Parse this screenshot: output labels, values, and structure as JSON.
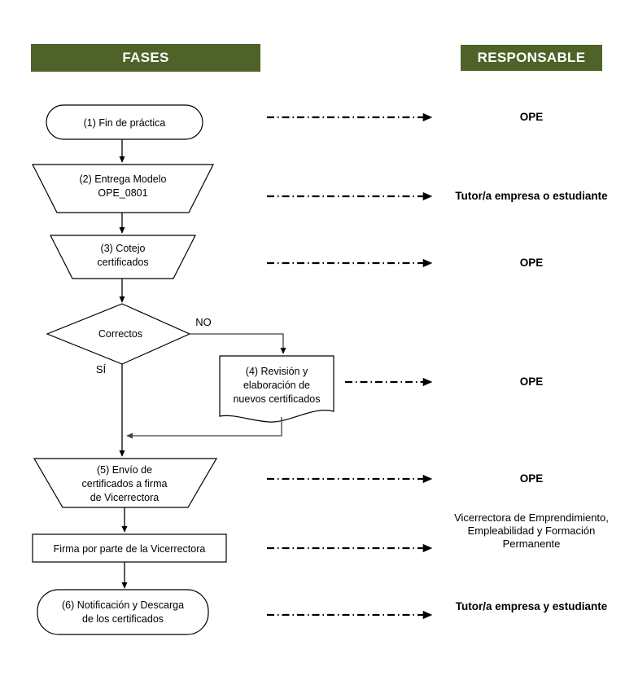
{
  "headers": {
    "fases": "FASES",
    "responsable": "RESPONSABLE"
  },
  "colors": {
    "header_green": "#4F6228",
    "shape_stroke": "#000000",
    "shape_fill": "#FFFFFF",
    "connector_gray": "#404040"
  },
  "nodes": [
    {
      "id": "n1",
      "shape": "rounded-terminator",
      "lines": [
        "(1) Fin de práctica"
      ]
    },
    {
      "id": "n2",
      "shape": "inverted-trapezoid",
      "lines": [
        "(2) Entrega Modelo",
        "OPE_0801"
      ]
    },
    {
      "id": "n3",
      "shape": "inverted-trapezoid",
      "lines": [
        "(3) Cotejo",
        "certificados"
      ]
    },
    {
      "id": "n4",
      "shape": "diamond",
      "lines": [
        "Correctos"
      ]
    },
    {
      "id": "n5",
      "shape": "document",
      "lines": [
        "(4) Revisión y",
        "elaboración de",
        "nuevos certificados"
      ]
    },
    {
      "id": "n6",
      "shape": "inverted-trapezoid",
      "lines": [
        "(5) Envío de",
        "certificados a firma",
        "de Vicerrectora"
      ]
    },
    {
      "id": "n7",
      "shape": "rectangle",
      "lines": [
        "Firma por parte de la Vicerrectora"
      ]
    },
    {
      "id": "n8",
      "shape": "rounded-terminator",
      "lines": [
        "(6) Notificación y Descarga",
        "de los certificados"
      ]
    }
  ],
  "edge_labels": {
    "no": "NO",
    "si": "SÍ"
  },
  "responsables": [
    {
      "id": "r1",
      "text": "OPE",
      "bold": true
    },
    {
      "id": "r2",
      "text": "Tutor/a empresa o estudiante",
      "bold": true
    },
    {
      "id": "r3",
      "text": "OPE",
      "bold": true
    },
    {
      "id": "r4",
      "text": "OPE",
      "bold": true
    },
    {
      "id": "r5",
      "text": "OPE",
      "bold": true
    },
    {
      "id": "r6",
      "text": "Vicerrectora de Emprendimiento, Empleabilidad y Formación Permanente",
      "bold": false
    },
    {
      "id": "r7",
      "text": "Tutor/a empresa y estudiante",
      "bold": true
    }
  ]
}
